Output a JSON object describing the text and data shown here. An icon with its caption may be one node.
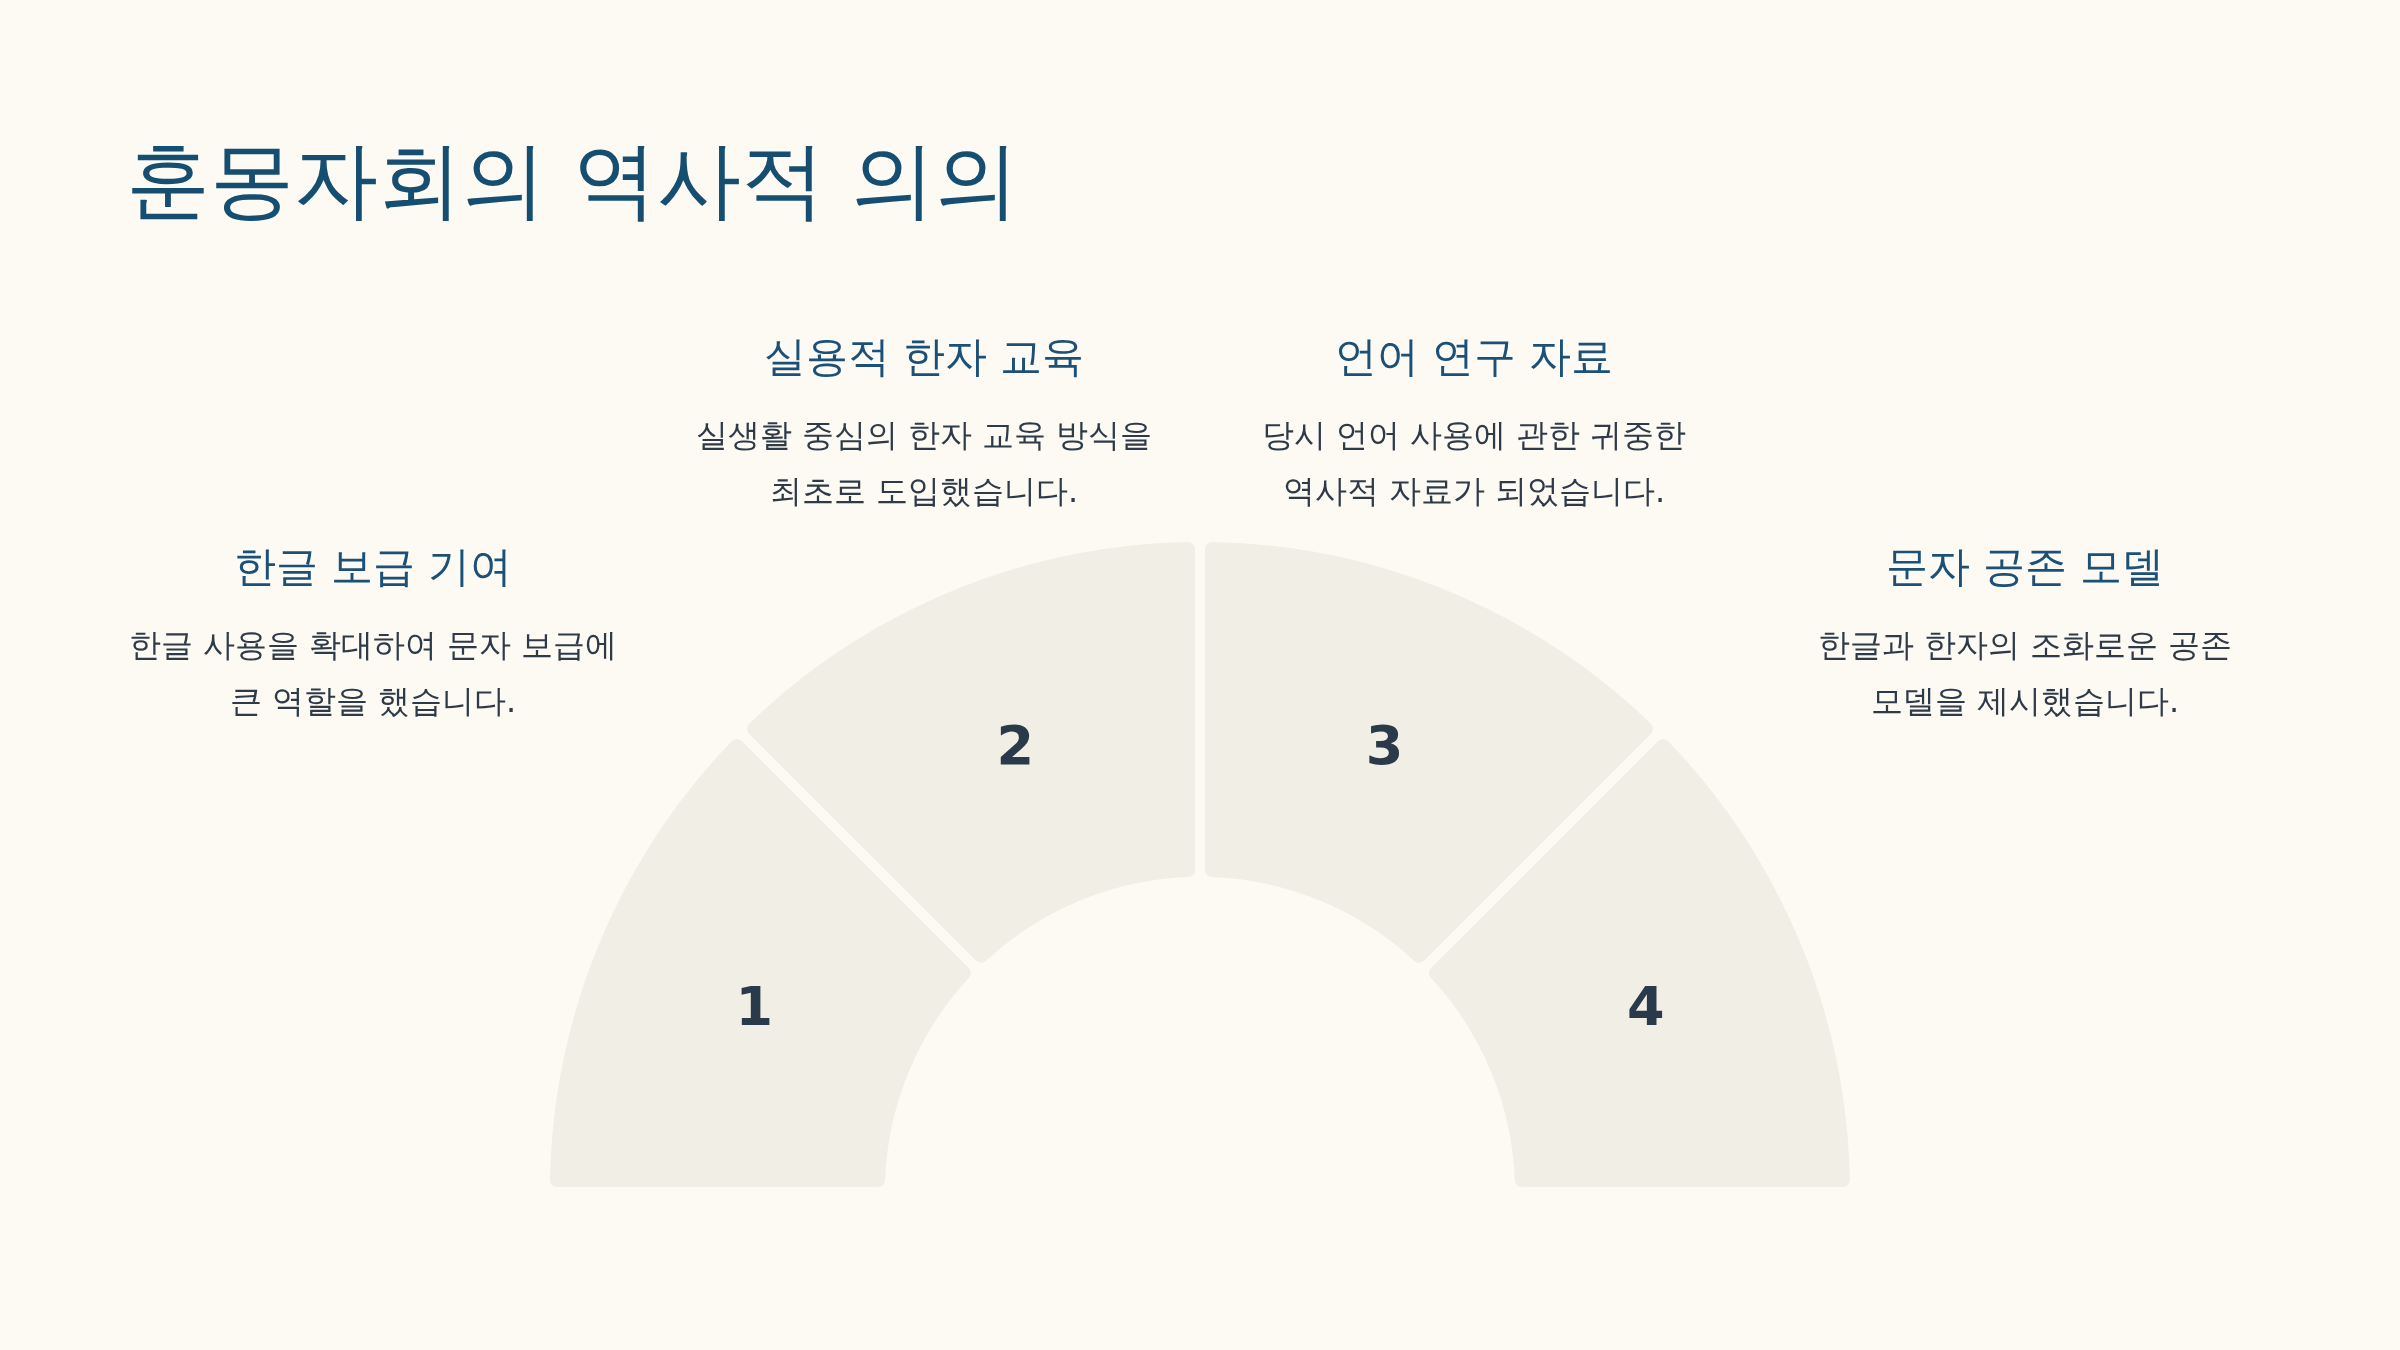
{
  "diagram": {
    "title": "훈몽자회의 역사적 의의",
    "nodes": [
      {
        "text": [
          "1"
        ],
        "beside": [
          "한글 보급 기여",
          "한글 사용을 확대하여 문자 보급에 큰 역할을 했습니다."
        ]
      },
      {
        "text": [
          "2"
        ],
        "beside": [
          "실용적 한자 교육",
          "실생활 중심의 한자 교육 방식을 최초로 도입했습니다."
        ]
      },
      {
        "text": [
          "3"
        ],
        "beside": [
          "언어 연구 자료",
          "당시 언어 사용에 관한 귀중한 역사적 자료가 되었습니다."
        ]
      },
      {
        "text": [
          "4"
        ],
        "beside": [
          "문자 공존 모델",
          "한글과 한자의 조화로운 공존 모델을 제시했습니다."
        ]
      }
    ]
  }
}
